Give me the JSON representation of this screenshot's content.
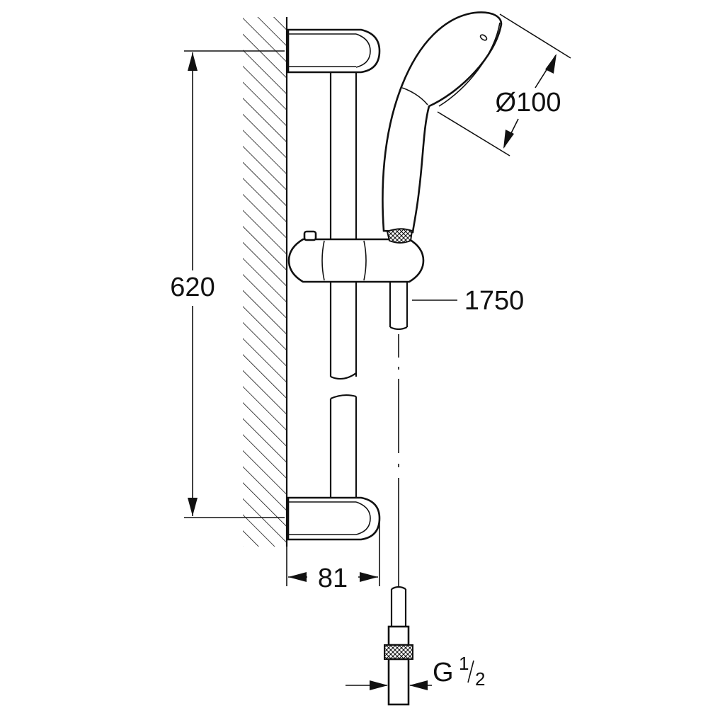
{
  "dimensions": {
    "bar_height": "620",
    "wall_offset": "81",
    "head_diameter": "Ø100",
    "hose_length": "1750",
    "connection_prefix": "G",
    "connection_num": "1",
    "connection_den": "2"
  }
}
